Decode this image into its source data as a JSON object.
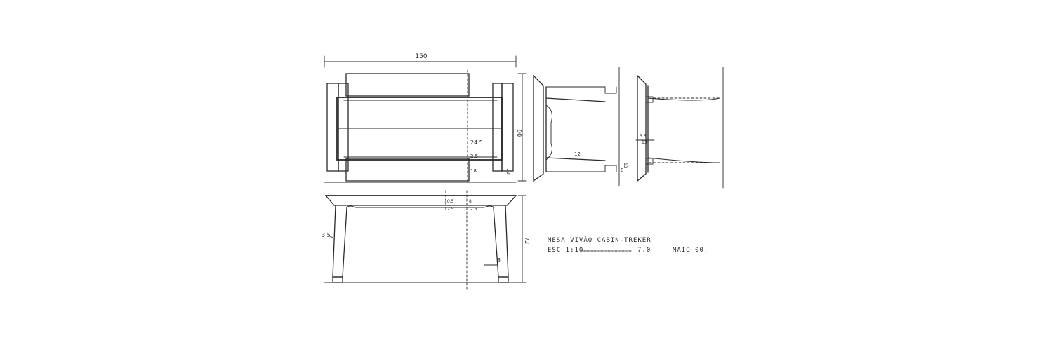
{
  "drawing": {
    "dimensions": {
      "overall_length": "150",
      "overall_depth": "90",
      "overall_height": "72",
      "board_width": "24.5",
      "gap_small": "2.5",
      "end_board": "18",
      "end_offset": "12",
      "apron_depth": "10.5",
      "apron_thk": "8",
      "apron_low": "2.5",
      "apron_low_right": "2.5",
      "leg_top": "3.5",
      "leg_bottom": "8",
      "side_rail": "12",
      "side_gap": "3.5",
      "side_depth": "13",
      "side_b": "8",
      "side_d": "12"
    },
    "title_block": {
      "line1": "MESA VIVÃO CABIN-TREKER",
      "scale": "ESC 1:10",
      "code": "7.0",
      "date": "MAIO 00."
    }
  }
}
